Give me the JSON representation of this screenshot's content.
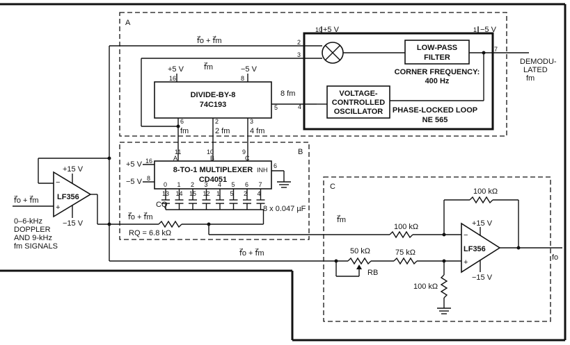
{
  "blocks": {
    "a": "A",
    "b": "B",
    "c": "C"
  },
  "signals": {
    "fo_fm": "f⃗o + f⃗m",
    "fm": "f⃗m",
    "fm_plain": "fm",
    "two_fm": "2 fm",
    "four_fm": "4 fm",
    "eight_fm": "8 fm",
    "fo": "fo"
  },
  "supplies": {
    "p5": "+5 V",
    "m5": "−5 V",
    "p15": "+15 V",
    "m15": "−15 V"
  },
  "input": {
    "l1": "0–6-kHz",
    "l2": "DOPPLER",
    "l3": "AND 9-kHz",
    "l4": "fm SIGNALS"
  },
  "output": {
    "l1": "DEMODU-",
    "l2": "LATED",
    "l3": "fm"
  },
  "pll": {
    "lpf_l1": "LOW-PASS",
    "lpf_l2": "FILTER",
    "corner_l1": "CORNER FREQUENCY:",
    "corner_l2": "400 Hz",
    "vco_l1": "VOLTAGE-",
    "vco_l2": "CONTROLLED",
    "vco_l3": "OSCILLATOR",
    "title_l1": "PHASE-LOCKED LOOP",
    "title_l2": "NE 565",
    "pins": {
      "p10": "10",
      "p1": "1",
      "p2": "2",
      "p3": "3",
      "p7": "7",
      "p4": "4",
      "p5": "5"
    }
  },
  "divider": {
    "l1": "DIVIDE-BY-8",
    "l2": "74C193",
    "pins": {
      "p16": "16",
      "p8": "8",
      "p6": "6",
      "p2": "2",
      "p3": "3",
      "p5": "5"
    }
  },
  "mux": {
    "l1": "8-TO-1 MULTIPLEXER",
    "l2": "CD4051",
    "inh": "INH",
    "addr": [
      "A",
      "B",
      "C"
    ],
    "addr_pins": [
      "11",
      "10",
      "9"
    ],
    "pin16": "16",
    "pin8": "8",
    "pin6": "6",
    "ch_nums": [
      "0",
      "1",
      "2",
      "3",
      "4",
      "5",
      "6",
      "7"
    ],
    "ch_pins": [
      "13",
      "14",
      "15",
      "12",
      "1",
      "5",
      "2",
      "4"
    ],
    "cq": "CQ",
    "cap_note": "8 x 0.047 µF",
    "rq": "RQ = 6.8 kΩ"
  },
  "amp1": {
    "name": "LF356",
    "minus": "−",
    "plus": "+"
  },
  "amp2": {
    "name": "LF356",
    "minus": "−",
    "plus": "+"
  },
  "block_c": {
    "rf": "100 kΩ",
    "rin": "100 kΩ",
    "rb_val": "50 kΩ",
    "rb": "RB",
    "r75": "75 kΩ",
    "rg": "100 kΩ"
  }
}
